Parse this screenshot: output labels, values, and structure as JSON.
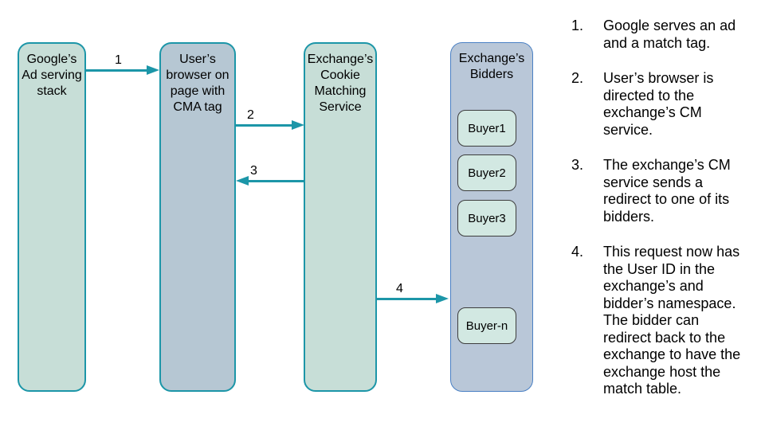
{
  "diagram": {
    "arrow_color": "#1c96a8",
    "teal_border": "#1c96a8",
    "green_fill": "#c7ded7",
    "blue_fill": "#b6c7d3",
    "bidders_fill": "#b9c7d8",
    "bidders_border": "#4a80c4",
    "buyer_fill": "#d2e8e2",
    "nodes": [
      {
        "id": "google-ad-stack",
        "title": "Google’s\nAd serving\nstack"
      },
      {
        "id": "user-browser",
        "title": "User’s\nbrowser on\npage with\nCMA tag"
      },
      {
        "id": "exchange-cm-service",
        "title": "Exchange’s\nCookie\nMatching\nService"
      },
      {
        "id": "exchange-bidders",
        "title": "Exchange’s\nBidders",
        "buyers": [
          {
            "label": "Buyer1"
          },
          {
            "label": "Buyer2"
          },
          {
            "label": "Buyer3"
          },
          {
            "label": "Buyer-n"
          }
        ]
      }
    ],
    "arrows": [
      {
        "label": "1",
        "from": "google-ad-stack",
        "to": "user-browser"
      },
      {
        "label": "2",
        "from": "user-browser",
        "to": "exchange-cm-service"
      },
      {
        "label": "3",
        "from": "exchange-cm-service",
        "to": "user-browser"
      },
      {
        "label": "4",
        "from": "exchange-cm-service",
        "to": "exchange-bidders"
      }
    ]
  },
  "steps": {
    "items": [
      {
        "number": "1.",
        "text": "Google serves an ad\nand a match tag."
      },
      {
        "number": "2.",
        "text": "User’s browser is\ndirected to the\nexchange’s CM\nservice."
      },
      {
        "number": "3.",
        "text": "The exchange’s CM\nservice sends a\nredirect to one of its\nbidders."
      },
      {
        "number": "4.",
        "text": "This request now has\nthe User ID in the\nexchange’s and\nbidder’s namespace.\nThe bidder can\nredirect back to the\nexchange to have the\nexchange host the\nmatch table."
      }
    ]
  }
}
